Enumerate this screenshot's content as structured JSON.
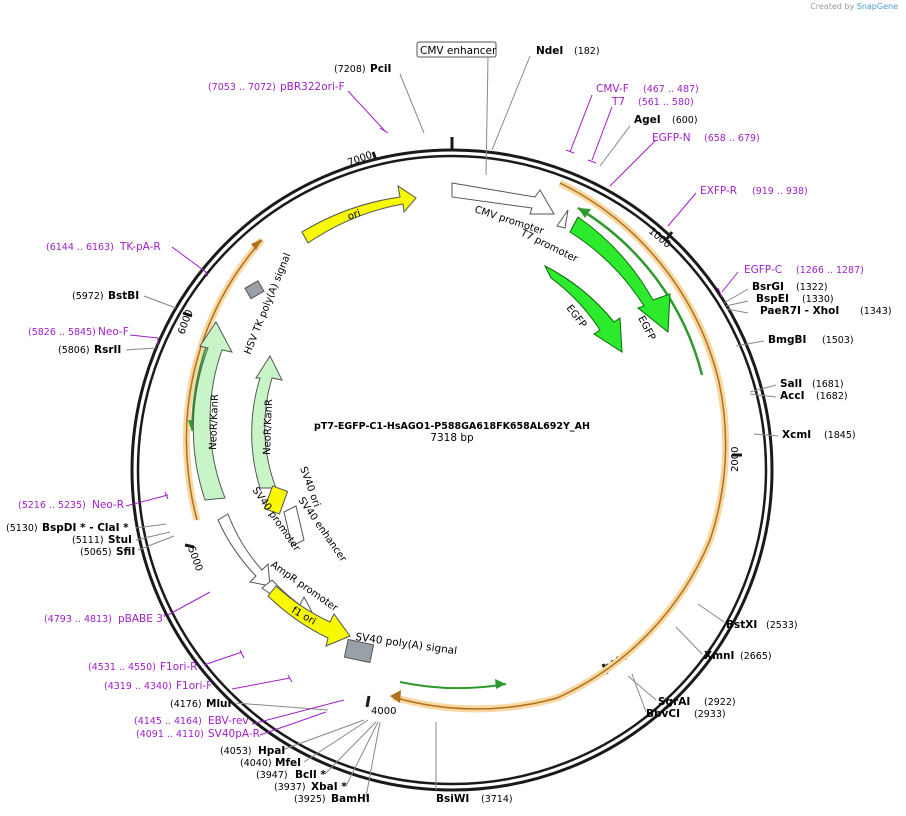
{
  "credit": {
    "prefix": "Created by",
    "brand": "SnapGene"
  },
  "title": "pT7-EGFP-C1-HsAGO1-P588GA618FK658AL692Y_AH",
  "length_label": "7318 bp",
  "ticks": [
    "1000",
    "2000",
    "3000",
    "4000",
    "5000",
    "6000",
    "7000"
  ],
  "enzymes": [
    {
      "name": "NdeI",
      "pos": "(182)"
    },
    {
      "name": "PciI",
      "pos": "(7208)"
    },
    {
      "name": "AgeI",
      "pos": "(600)"
    },
    {
      "name": "BsrGI",
      "pos": "(1322)"
    },
    {
      "name": "BspEI",
      "pos": "(1330)"
    },
    {
      "name": "PaeR7I  - XhoI",
      "pos": "(1343)"
    },
    {
      "name": "BmgBI",
      "pos": "(1503)"
    },
    {
      "name": "SalI",
      "pos": "(1681)"
    },
    {
      "name": "AccI",
      "pos": "(1682)"
    },
    {
      "name": "XcmI",
      "pos": "(1845)"
    },
    {
      "name": "BstXI",
      "pos": "(2533)"
    },
    {
      "name": "XmnI",
      "pos": "(2665)"
    },
    {
      "name": "SgrAI",
      "pos": "(2922)"
    },
    {
      "name": "BbvCI",
      "pos": "(2933)"
    },
    {
      "name": "BsiWI",
      "pos": "(3714)"
    },
    {
      "name": "BamHI",
      "pos": "(3925)"
    },
    {
      "name": "XbaI *",
      "pos": "(3937)"
    },
    {
      "name": "BclI *",
      "pos": "(3947)"
    },
    {
      "name": "MfeI",
      "pos": "(4040)"
    },
    {
      "name": "HpaI",
      "pos": "(4053)"
    },
    {
      "name": "MluI",
      "pos": "(4176)"
    },
    {
      "name": "SfiI",
      "pos": "(5065)"
    },
    {
      "name": "StuI",
      "pos": "(5111)"
    },
    {
      "name": "BspDI *  - ClaI *",
      "pos": "(5130)"
    },
    {
      "name": "RsrII",
      "pos": "(5806)"
    },
    {
      "name": "BstBI",
      "pos": "(5972)"
    }
  ],
  "primers": [
    {
      "name": "pBR322ori-F",
      "pos": "(7053 .. 7072)"
    },
    {
      "name": "CMV-F",
      "pos": "(467 .. 487)"
    },
    {
      "name": "T7",
      "pos": "(561 .. 580)"
    },
    {
      "name": "EGFP-N",
      "pos": "(658 .. 679)"
    },
    {
      "name": "EXFP-R",
      "pos": "(919 .. 938)"
    },
    {
      "name": "EGFP-C",
      "pos": "(1266 .. 1287)"
    },
    {
      "name": "TK-pA-R",
      "pos": "(6144 .. 6163)"
    },
    {
      "name": "Neo-F",
      "pos": "(5826 .. 5845)"
    },
    {
      "name": "Neo-R",
      "pos": "(5216 .. 5235)"
    },
    {
      "name": "pBABE 3'",
      "pos": "(4793 .. 4813)"
    },
    {
      "name": "F1ori-R",
      "pos": "(4531 .. 4550)"
    },
    {
      "name": "F1ori-F",
      "pos": "(4319 .. 4340)"
    },
    {
      "name": "EBV-rev",
      "pos": "(4145 .. 4164)"
    },
    {
      "name": "SV40pA-R",
      "pos": "(4091 .. 4110)"
    }
  ],
  "features": {
    "cmv_enhancer_box": "CMV enhancer",
    "cmv_promoter": "CMV promoter",
    "t7_promoter": "T7 promoter",
    "egfp": "EGFP",
    "ori": "ori",
    "hsv_tk": "HSV TK poly(A) signal",
    "neor": "NeoR/KanR",
    "sv40_ori": "SV40 ori",
    "sv40_enhancer": "SV40 enhancer",
    "sv40_promoter": "SV40 promoter",
    "ampr_promoter": "AmpR promoter",
    "f1_ori": "f1 ori",
    "sv40_polya": "SV40 poly(A) signal"
  },
  "colors": {
    "backbone": "#1a1a1a",
    "orf_outline": "#f0a030",
    "orf_fill": "#f8d8a0",
    "green": "#2dea2d",
    "light_green": "#c8f5c8",
    "yellow": "#f8f800",
    "gray": "#9aa0a8",
    "primer": "#a020c8"
  }
}
